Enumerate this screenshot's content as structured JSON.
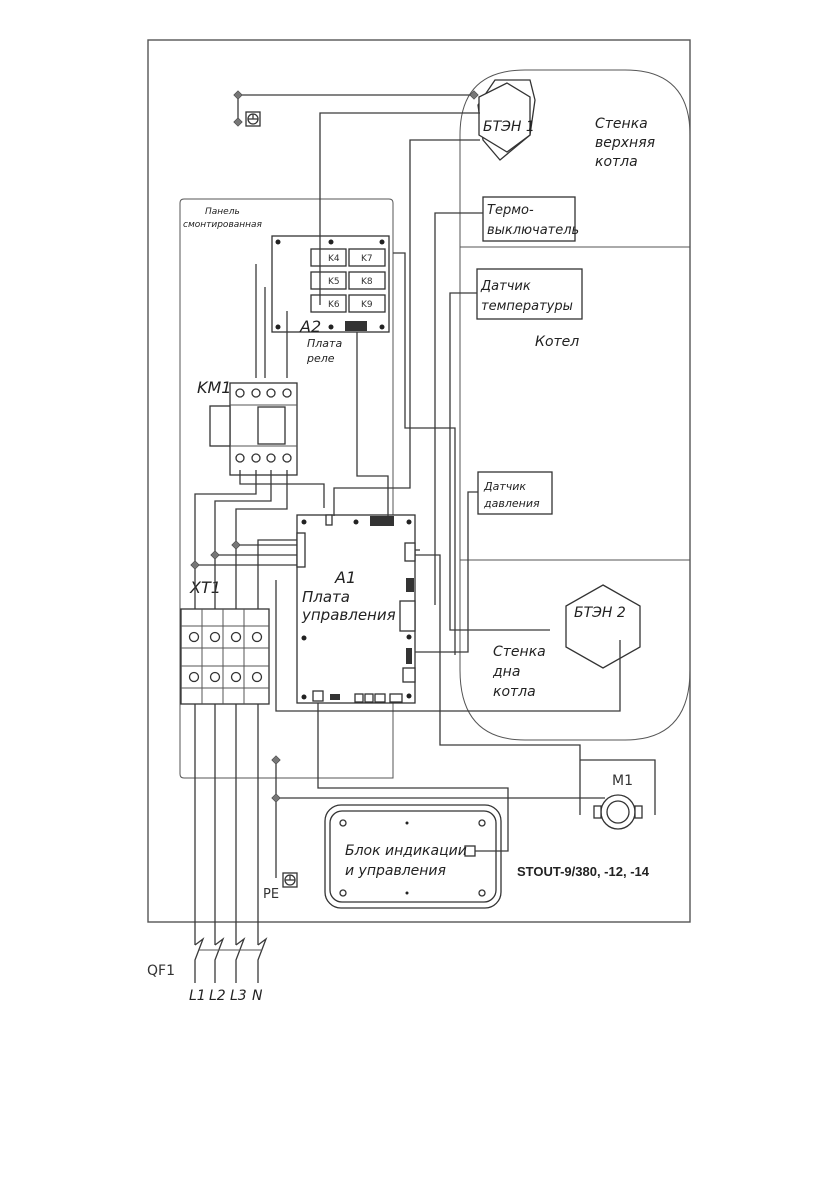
{
  "diagram": {
    "model_label": "STOUT-9/380, -12, -14",
    "boiler": {
      "top_wall_label": [
        "Стенка",
        "верхняя",
        "котла"
      ],
      "middle_label": "Котел",
      "bottom_wall_label": [
        "Стенка",
        "дна",
        "котла"
      ]
    },
    "heaters": {
      "top": "БТЭН 1",
      "bottom": "БТЭН 2"
    },
    "sensors": {
      "thermo_switch": [
        "Термо-",
        "выключатель"
      ],
      "temperature_sensor": [
        "Датчик",
        "температуры"
      ],
      "pressure_sensor": [
        "Датчик",
        "давления"
      ]
    },
    "panel": {
      "label": [
        "Панель",
        "смонтированная"
      ]
    },
    "relay_board": {
      "ref": "A2",
      "label": [
        "Плата",
        "реле"
      ],
      "relays": [
        "K4",
        "K7",
        "K5",
        "K8",
        "K6",
        "K9"
      ]
    },
    "contactor": {
      "ref": "KM1"
    },
    "terminal_block": {
      "ref": "XT1"
    },
    "control_board": {
      "ref": "A1",
      "label": [
        "Плата",
        "управления"
      ]
    },
    "display_unit": {
      "label": [
        "Блок индикации",
        "и управления"
      ]
    },
    "motor": {
      "ref": "M1"
    },
    "ground": {
      "label": "PE"
    },
    "breaker": {
      "ref": "QF1",
      "lines": [
        "L1",
        "L2",
        "L3",
        "N"
      ]
    }
  }
}
